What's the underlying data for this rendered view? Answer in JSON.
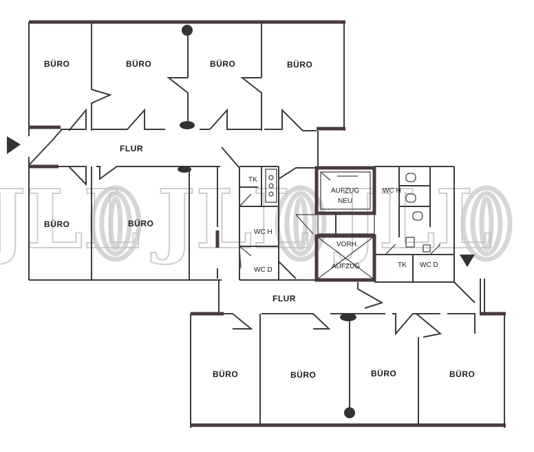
{
  "rooms": {
    "office_top_1": "BÜRO",
    "office_top_2": "BÜRO",
    "office_top_3": "BÜRO",
    "office_top_4": "BÜRO",
    "office_mid_1": "BÜRO",
    "office_mid_2": "BÜRO",
    "office_bottom_1": "BÜRO",
    "office_bottom_2": "BÜRO",
    "office_bottom_3": "BÜRO",
    "office_bottom_4": "BÜRO",
    "corridor_upper": "FLUR",
    "corridor_lower": "FLUR",
    "kitchen_left": "TK",
    "wc_h_left": "WC H",
    "wc_d_left": "WC D",
    "elevator_new_line1": "AUFZUG",
    "elevator_new_line2": "NEU",
    "elevator_existing_line1": "VORH.",
    "elevator_existing_line2": "AUFZUG",
    "wc_h_right": "WC H",
    "kitchen_right": "TK",
    "wc_d_right": "WC D"
  },
  "watermark": {
    "text": "JLL",
    "color": "#bdbdbd"
  },
  "colors": {
    "wall": "#3a3a3a",
    "wall_accent": "#4a3a3a",
    "background": "#ffffff"
  },
  "icons": {
    "entrance_left": "entrance-arrow-right-icon",
    "entrance_right": "entrance-arrow-down-icon"
  }
}
